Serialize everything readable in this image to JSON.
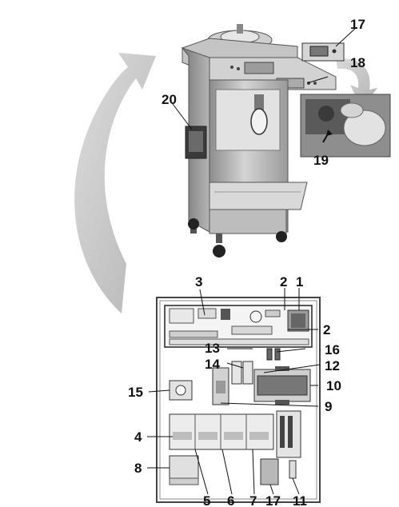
{
  "labels": {
    "n1": "1",
    "n2a": "2",
    "n2b": "2",
    "n3": "3",
    "n4": "4",
    "n5": "5",
    "n6": "6",
    "n7": "7",
    "n8": "8",
    "n9": "9",
    "n10": "10",
    "n11": "11",
    "n12": "12",
    "n13": "13",
    "n14": "14",
    "n15": "15",
    "n16": "16",
    "n17a": "17",
    "n17b": "17",
    "n18": "18",
    "n19": "19",
    "n20": "20"
  },
  "colors": {
    "arrow": "#c8c8c8",
    "machine_steel": "#b9b9b9",
    "panel_frame": "#444444"
  }
}
